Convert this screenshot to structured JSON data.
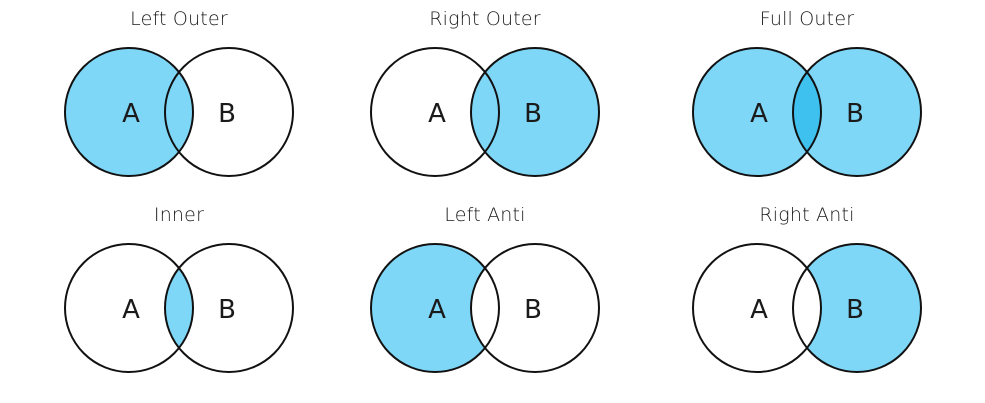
{
  "colors": {
    "fill": "#7fd7f7",
    "overlap_fill": "#3fc1f0",
    "stroke": "#111111",
    "background": "#ffffff"
  },
  "diagrams": [
    {
      "title": "Left Outer",
      "label_a": "A",
      "label_b": "B",
      "fill_a_only": true,
      "fill_overlap": true,
      "fill_b_only": false
    },
    {
      "title": "Right Outer",
      "label_a": "A",
      "label_b": "B",
      "fill_a_only": false,
      "fill_overlap": true,
      "fill_b_only": true
    },
    {
      "title": "Full Outer",
      "label_a": "A",
      "label_b": "B",
      "fill_a_only": true,
      "fill_overlap": true,
      "fill_b_only": true
    },
    {
      "title": "Inner",
      "label_a": "A",
      "label_b": "B",
      "fill_a_only": false,
      "fill_overlap": true,
      "fill_b_only": false
    },
    {
      "title": "Left Anti",
      "label_a": "A",
      "label_b": "B",
      "fill_a_only": true,
      "fill_overlap": false,
      "fill_b_only": false
    },
    {
      "title": "Right Anti",
      "label_a": "A",
      "label_b": "B",
      "fill_a_only": false,
      "fill_overlap": false,
      "fill_b_only": true
    }
  ]
}
